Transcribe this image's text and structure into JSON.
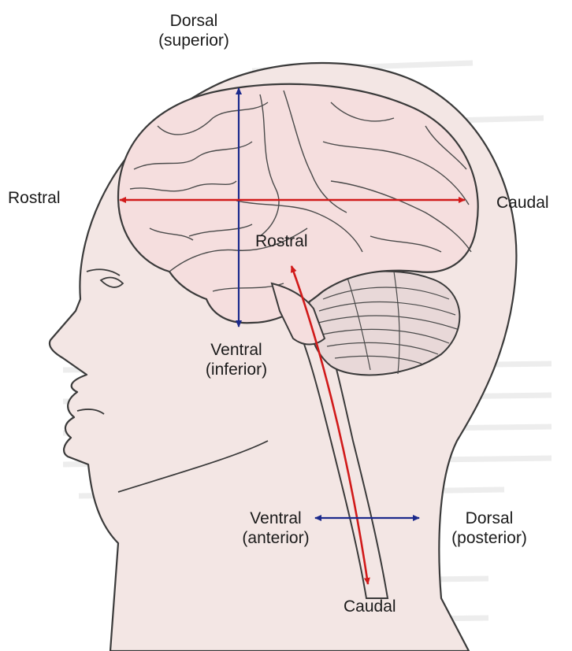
{
  "labels": {
    "dorsal_superior": {
      "line1": "Dorsal",
      "line2": "(superior)"
    },
    "rostral_left": "Rostral",
    "caudal_right": "Caudal",
    "rostral_brainstem": "Rostral",
    "ventral_inferior": {
      "line1": "Ventral",
      "line2": "(inferior)"
    },
    "ventral_anterior": {
      "line1": "Ventral",
      "line2": "(anterior)"
    },
    "dorsal_posterior": {
      "line1": "Dorsal",
      "line2": "(posterior)"
    },
    "caudal_bottom": "Caudal"
  },
  "colors": {
    "skin": "#f3e6e4",
    "brain": "#f5dede",
    "cerebellum": "#e8d8d8",
    "outline": "#3a3a3a",
    "arrow_red": "#d11a1a",
    "arrow_blue": "#1c2a8c",
    "bg_text": "#e6e6e6"
  }
}
